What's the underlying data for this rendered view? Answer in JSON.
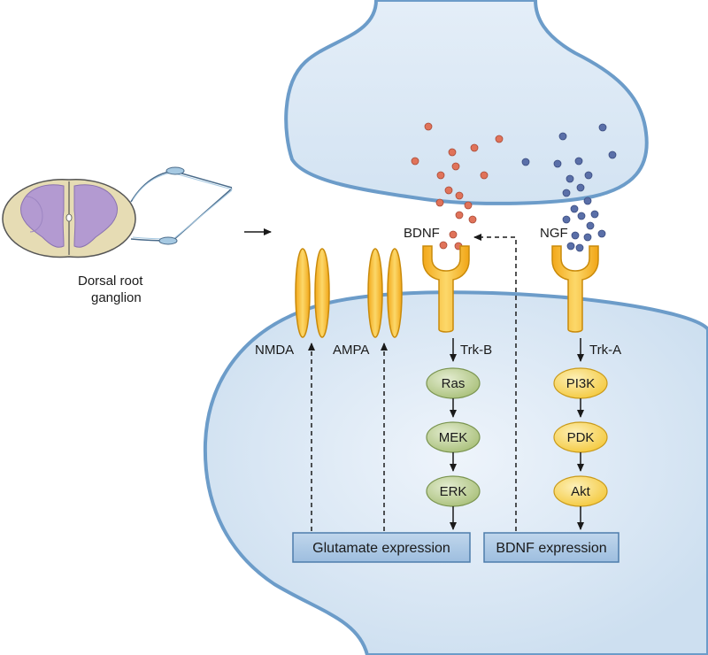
{
  "labels": {
    "drg_line1": "Dorsal root",
    "drg_line2": "ganglion",
    "bdnf": "BDNF",
    "ngf": "NGF",
    "nmda": "NMDA",
    "ampa": "AMPA",
    "trk_b": "Trk-B",
    "trk_a": "Trk-A"
  },
  "pathway_b": [
    "Ras",
    "MEK",
    "ERK"
  ],
  "pathway_a": [
    "PI3K",
    "PDK",
    "Akt"
  ],
  "boxes": {
    "glutamate": "Glutamate expression",
    "bdnf_expr": "BDNF expression"
  },
  "colors": {
    "membrane": "#6c9cc9",
    "cell_fill": "#dbe8f5",
    "receptor": "#f5b624",
    "green_node": "#b5c98a",
    "yellow_node": "#f7d35c",
    "bdnf_dot": "#e0735a",
    "ngf_dot": "#5a6fa8",
    "box_fill": "#a9c6e3"
  }
}
